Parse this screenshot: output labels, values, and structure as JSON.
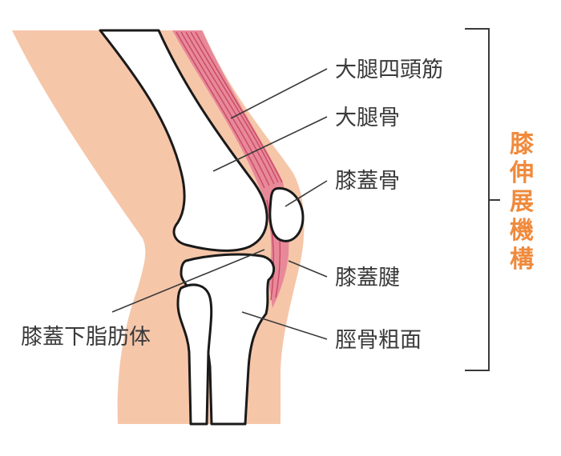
{
  "labels": {
    "quadriceps": "大腿四頭筋",
    "femur": "大腿骨",
    "patella": "膝蓋骨",
    "patellar_tendon": "膝蓋腱",
    "infrapatellar_fat_pad": "膝蓋下脂肪体",
    "tibial_tuberosity": "脛骨粗面"
  },
  "mechanism": {
    "chars": [
      "膝",
      "伸",
      "展",
      "機",
      "構"
    ]
  },
  "colors": {
    "skin": "#f6c6a9",
    "muscle": "#e8899a",
    "muscle_line": "#c94a62",
    "bone_outline": "#1a1a1a",
    "leader_line": "#3a3a3a",
    "label_text": "#3a3a3a",
    "mechanism_text": "#f08a3c"
  }
}
